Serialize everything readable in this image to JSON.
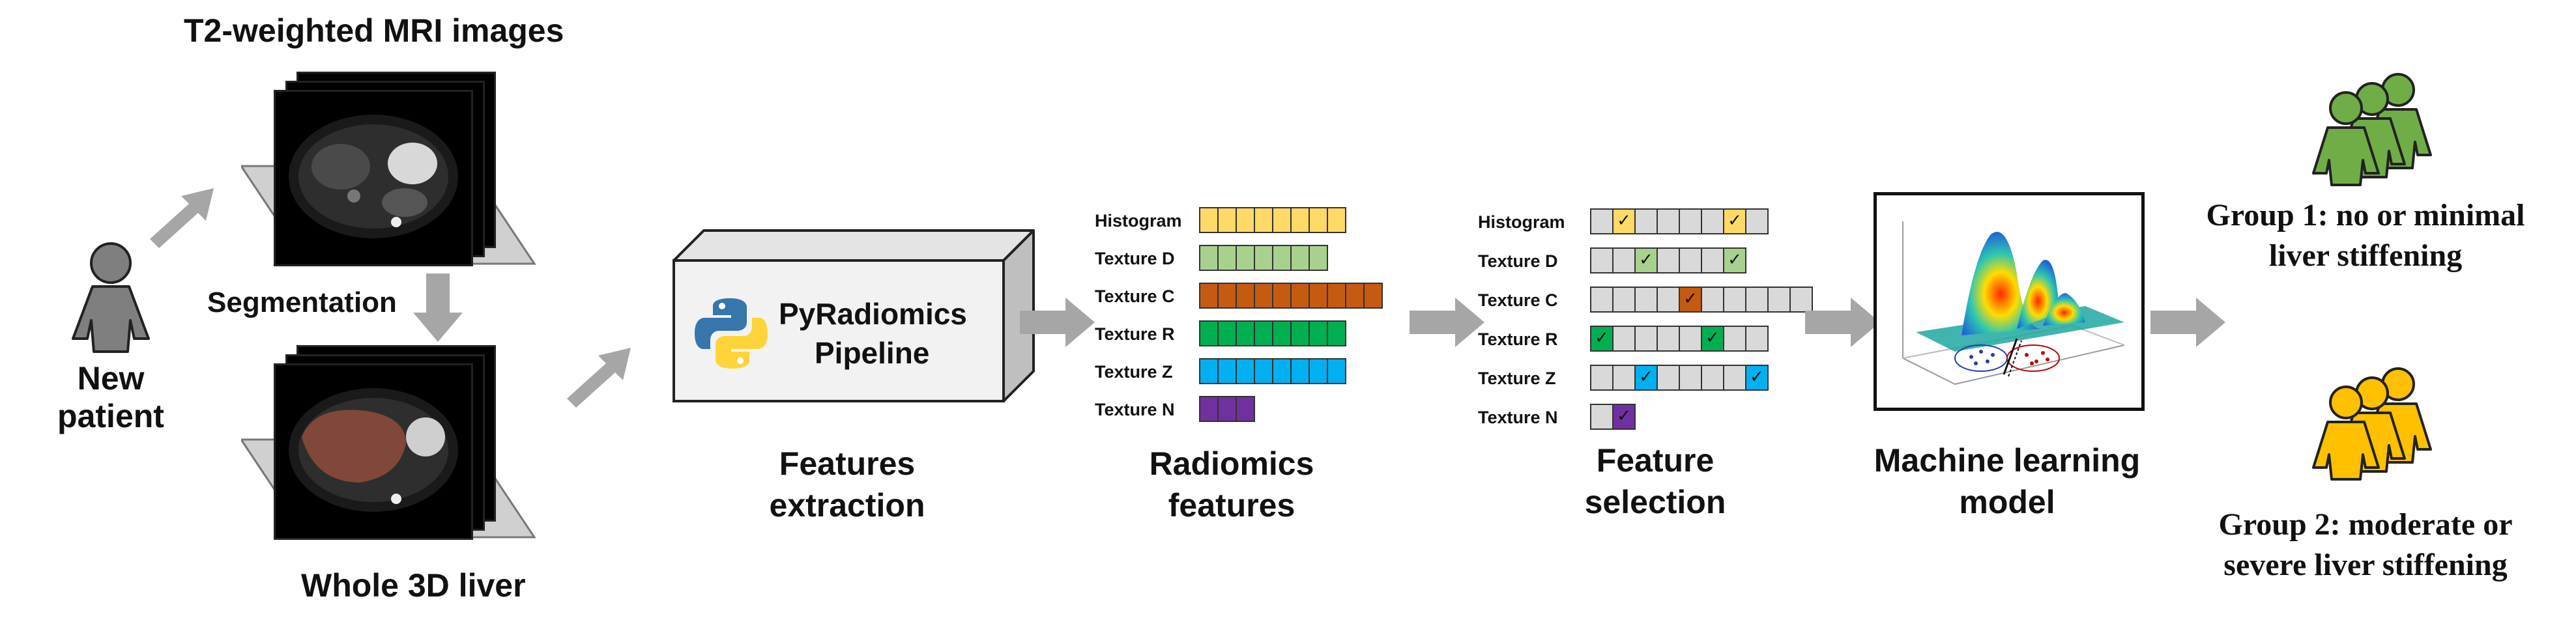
{
  "input": {
    "patient_label": "New\npatient",
    "mri_title": "T2-weighted MRI images",
    "segmentation_label": "Segmentation",
    "liver_label": "Whole 3D liver"
  },
  "extraction": {
    "box_line1": "PyRadiomics",
    "box_line2": "Pipeline",
    "caption": "Features\nextraction"
  },
  "radiomics": {
    "caption": "Radiomics\nfeatures",
    "rows": [
      {
        "label": "Histogram",
        "cells": 8,
        "color": "#FFD966"
      },
      {
        "label": "Texture D",
        "cells": 7,
        "color": "#A9D18E"
      },
      {
        "label": "Texture C",
        "cells": 10,
        "color": "#C55A11"
      },
      {
        "label": "Texture R",
        "cells": 8,
        "color": "#00B050"
      },
      {
        "label": "Texture Z",
        "cells": 8,
        "color": "#00B0F0"
      },
      {
        "label": "Texture N",
        "cells": 3,
        "color": "#7030A0"
      }
    ]
  },
  "selection": {
    "caption": "Feature\nselection",
    "check_glyph": "✓",
    "rows": [
      {
        "label": "Histogram",
        "cells": 8,
        "color": "#FFD966",
        "selected": [
          1,
          6
        ]
      },
      {
        "label": "Texture D",
        "cells": 7,
        "color": "#A9D18E",
        "selected": [
          2,
          6
        ]
      },
      {
        "label": "Texture C",
        "cells": 10,
        "color": "#C55A11",
        "selected": [
          4
        ]
      },
      {
        "label": "Texture R",
        "cells": 8,
        "color": "#00B050",
        "selected": [
          0,
          5
        ]
      },
      {
        "label": "Texture Z",
        "cells": 8,
        "color": "#00B0F0",
        "selected": [
          2,
          7
        ]
      },
      {
        "label": "Texture N",
        "cells": 2,
        "color": "#7030A0",
        "selected": [
          1
        ]
      }
    ]
  },
  "model": {
    "caption": "Machine learning\nmodel"
  },
  "output": {
    "group1": "Group 1: no or minimal\nliver stiffening",
    "group1_color": "#70AD47",
    "group2": "Group 2: moderate or\nsevere liver stiffening",
    "group2_color": "#FFC000"
  },
  "colors": {
    "arrow": "#A6A6A6",
    "gray_cell": "#D9D9D9",
    "patient": "#7F7F7F"
  }
}
